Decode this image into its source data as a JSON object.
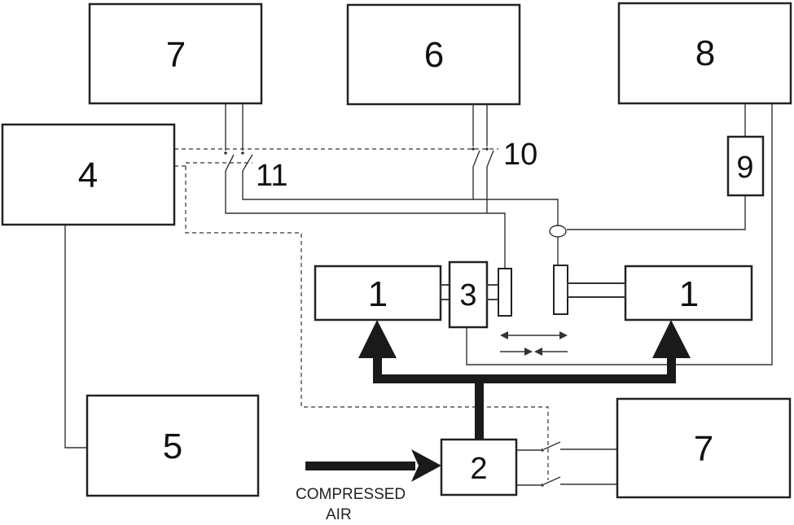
{
  "labels": {
    "block_7_top": "7",
    "block_6": "6",
    "block_8": "8",
    "block_4": "4",
    "block_9": "9",
    "block_1_left": "1",
    "block_3": "3",
    "block_1_right": "1",
    "block_5": "5",
    "block_2": "2",
    "block_7_bottom": "7",
    "switch_10": "10",
    "switch_11": "11"
  },
  "caption": {
    "line1": "COMPRESSED",
    "line2": "AIR"
  }
}
